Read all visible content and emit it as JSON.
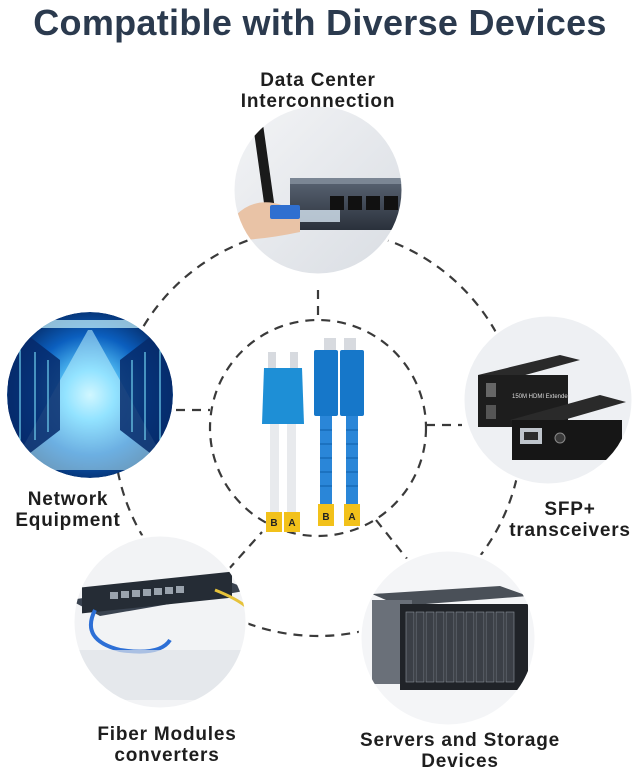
{
  "title": "Compatible with Diverse Devices",
  "center": {
    "connector_labels": [
      "B",
      "A",
      "B",
      "A"
    ]
  },
  "nodes": {
    "data_center": {
      "line1": "Data Center",
      "line2": "Interconnection"
    },
    "network": {
      "line1": "Network",
      "line2": "Equipment"
    },
    "sfp": {
      "line1": "SFP+",
      "line2": "transceivers"
    },
    "fiber": {
      "line1": "Fiber Modules",
      "line2": "converters"
    },
    "servers": {
      "line1": "Servers and Storage",
      "line2": "Devices"
    }
  },
  "devices": {
    "extender_text": "150M HDMI Extender"
  },
  "colors": {
    "title": "#2b3a4e",
    "dash": "#3a3a3a",
    "lc_blue": "#1e8fd6",
    "sc_blue": "#1677c9",
    "boot_yellow": "#f2c11a"
  }
}
